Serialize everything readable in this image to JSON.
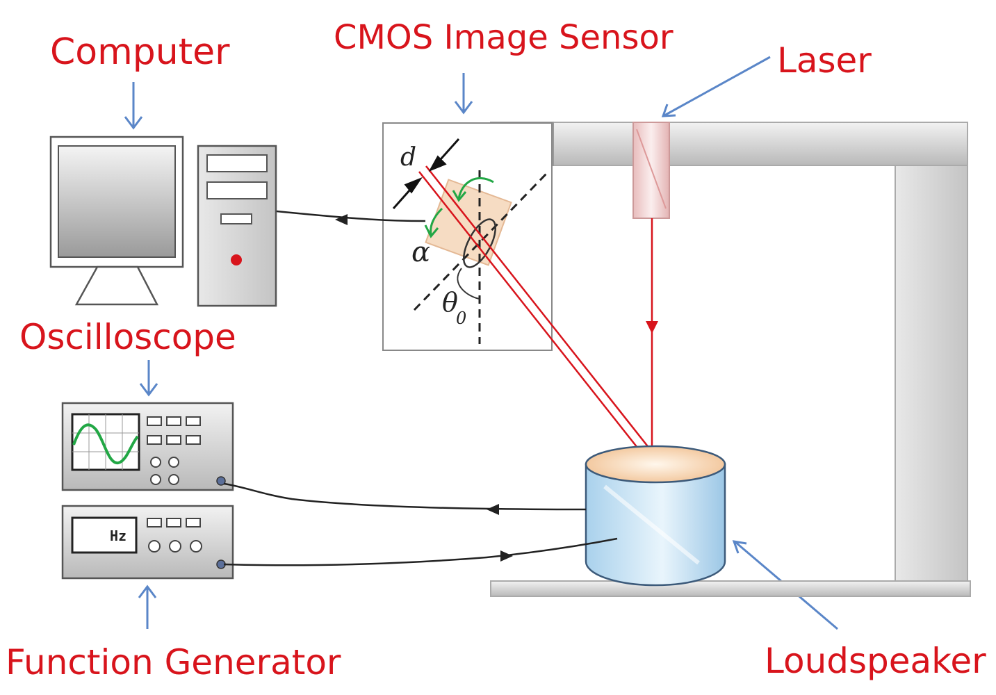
{
  "labels": {
    "computer": "Computer",
    "cmos_sensor": "CMOS Image Sensor",
    "laser": "Laser",
    "oscilloscope": "Oscilloscope",
    "function_generator": "Function Generator",
    "loudspeaker": "Loudspeaker"
  },
  "symbols": {
    "d": "d",
    "alpha": "α",
    "theta0": "θ",
    "theta0_sub": "0",
    "hz": "Hz"
  },
  "colors": {
    "label_text": "#d8141c",
    "pointer_arrow": "#5a86c8",
    "laser_beam": "#d8141c",
    "wire": "#222222",
    "angle_arrow": "#22a745",
    "scope_trace": "#22a745",
    "speaker_body": "#bfe0f5"
  }
}
